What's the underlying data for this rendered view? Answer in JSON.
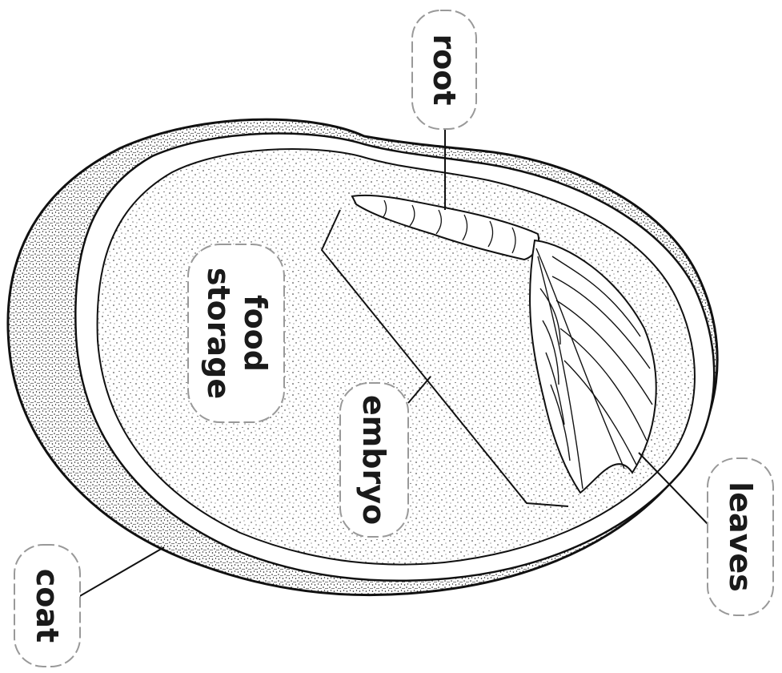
{
  "labels": {
    "root": "root",
    "food_line1": "food",
    "food_line2": "storage",
    "embryo": "embryo",
    "leaves": "leaves",
    "coat": "coat"
  }
}
